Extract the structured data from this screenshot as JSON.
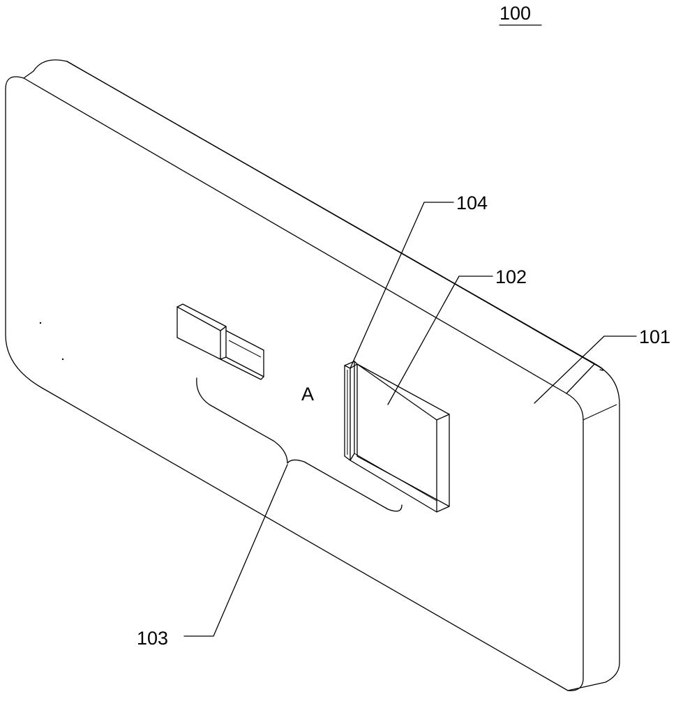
{
  "figure": {
    "assembly_label": "100",
    "section_mark": "A",
    "callouts": {
      "body": "101",
      "window": "102",
      "region": "103",
      "frame": "104"
    }
  }
}
